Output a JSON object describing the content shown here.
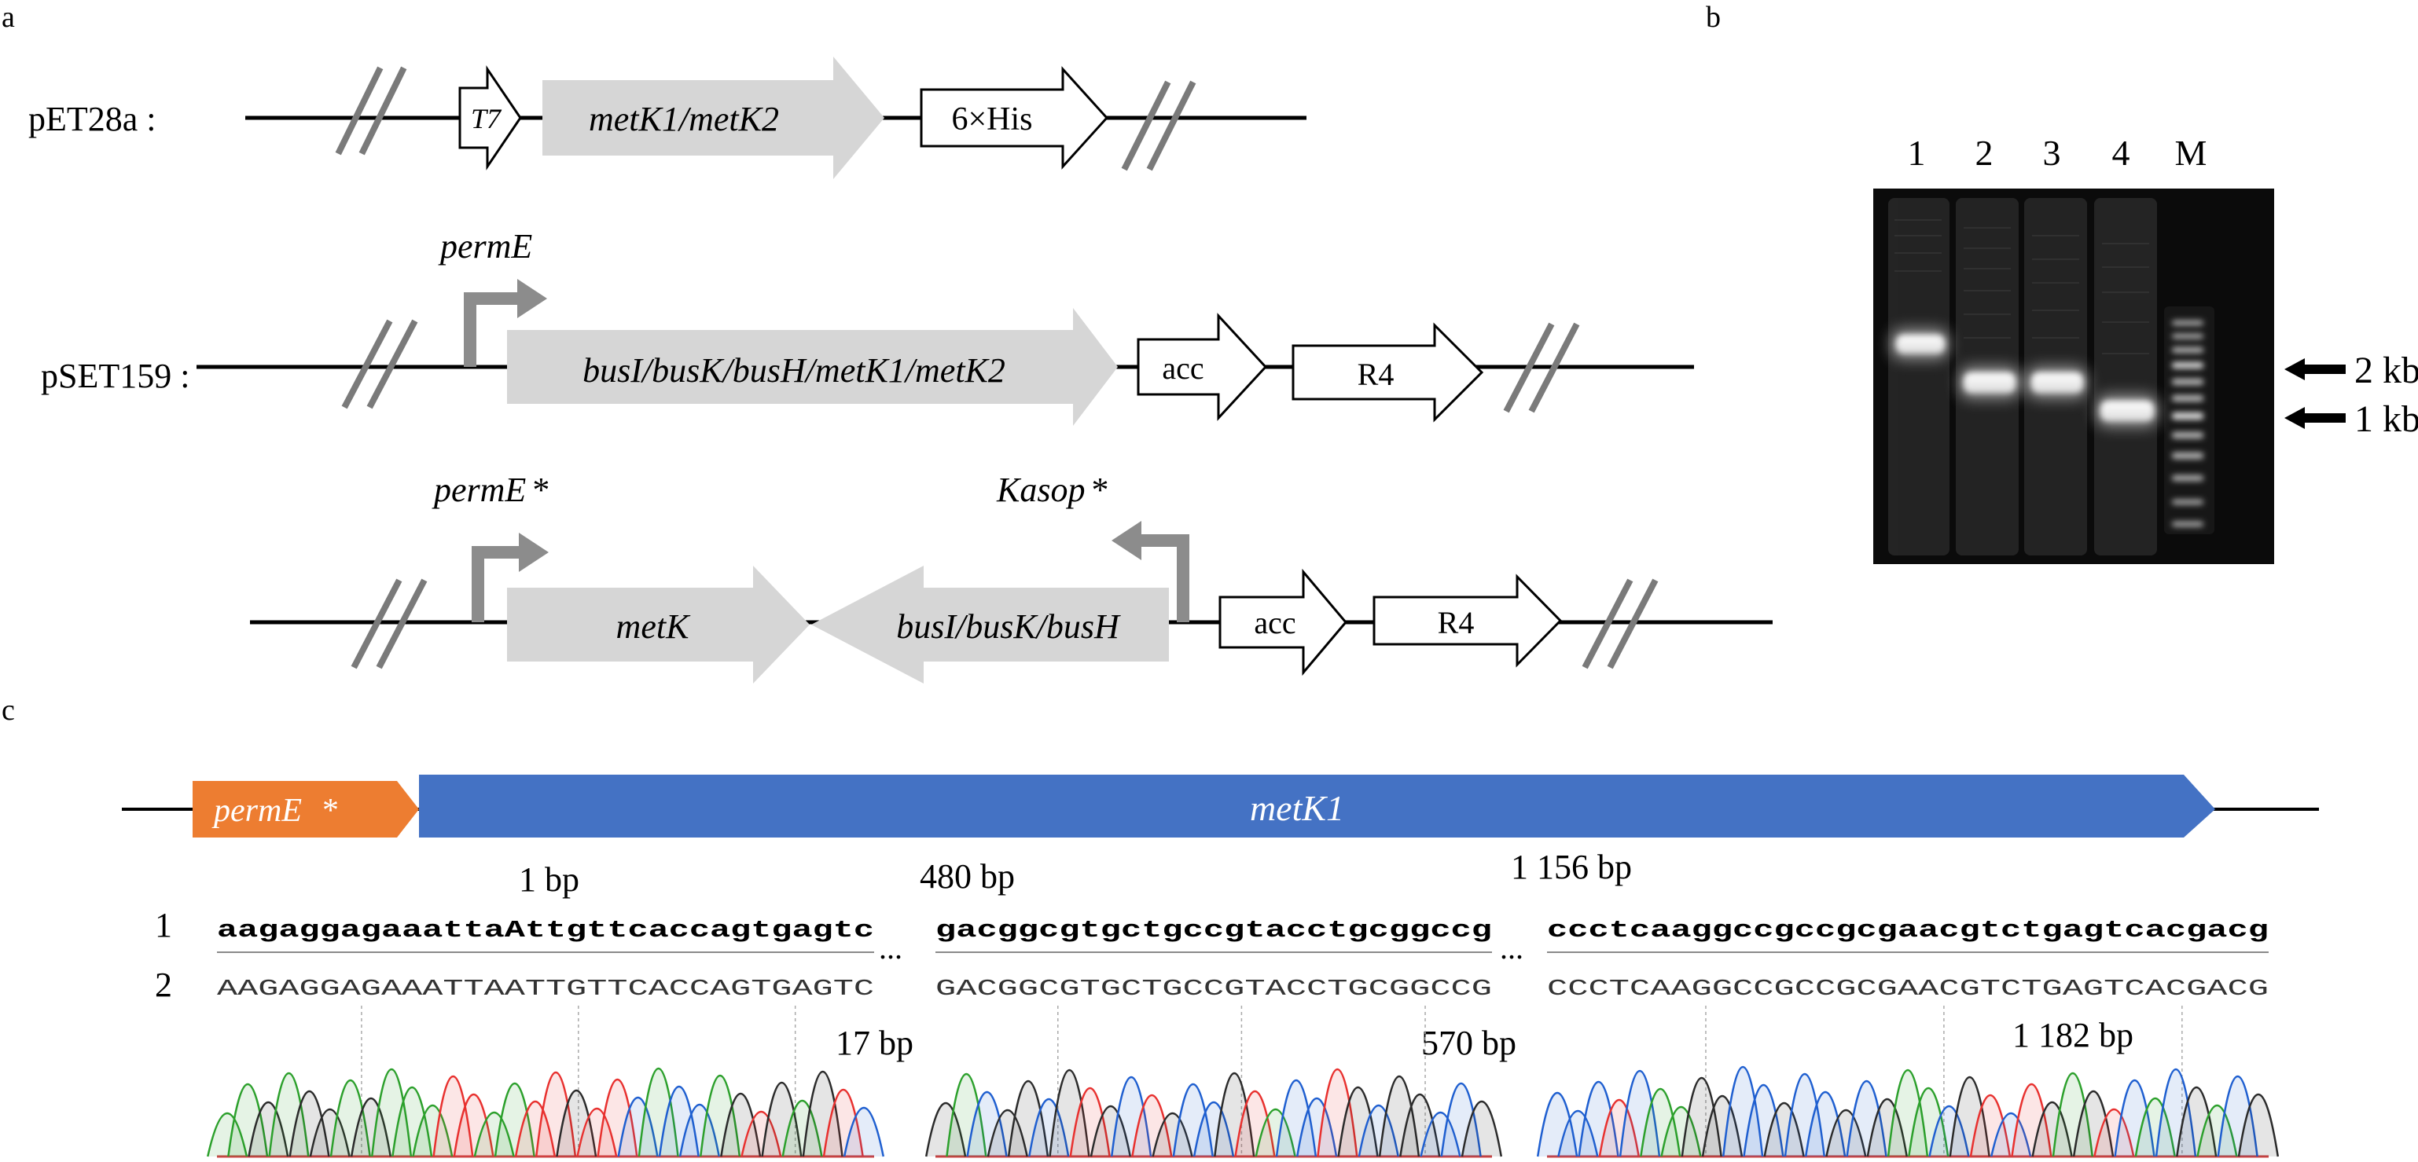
{
  "panel_labels": {
    "a": "a",
    "b": "b",
    "c": "c"
  },
  "panel_a": {
    "pet28a": {
      "label": "pET28a :",
      "t7": "T7",
      "gene": "metK1/metK2",
      "tag": "6×His"
    },
    "pset159": {
      "label": "pSET159 :",
      "promoter": "permE",
      "gene": "busI/busK/busH/metK1/metK2",
      "acc": "acc",
      "r4": "R4"
    },
    "construct3": {
      "promoter1": "permE",
      "promoter1_mark": "*",
      "gene1": "metK",
      "gene2": "busI/busK/busH",
      "promoter2": "Kasop",
      "promoter2_mark": "*",
      "acc": "acc",
      "r4": "R4"
    },
    "colors": {
      "gene_fill": "#d6d6d6",
      "promoter": "#8c8c8c",
      "break": "#7a7a7a"
    }
  },
  "panel_b": {
    "lanes": [
      "1",
      "2",
      "3",
      "4",
      "M"
    ],
    "markers": [
      "2 kb",
      "1 kb"
    ]
  },
  "panel_c": {
    "bar": {
      "promoter": "permE",
      "promoter_mark": "*",
      "gene": "metK1",
      "promoter_color": "#ed7d31",
      "gene_color": "#4472c4"
    },
    "row_labels": [
      "1",
      "2"
    ],
    "segments": [
      {
        "start": "1 bp",
        "end": "17 bp",
        "ref": "aagaggagaaattaAttgttcaccagtgagtc",
        "read": "AAGAGGAGAAATTAATTGTTCACCAGTGAGTC"
      },
      {
        "start": "480 bp",
        "end": "570 bp",
        "ref": "gacggcgtgctgccgtacctgcggccg",
        "read": "GACGGCGTGCTGCCGTACCTGCGGCCG"
      },
      {
        "start": "1 156 bp",
        "end": "1 182 bp",
        "ref": "ccctcaaggccgccgcgaacgtctgagtcacgacg",
        "read": "CCCTCAAGGCCGCCGCGAACGTCTGAGTCACGACG"
      }
    ],
    "ellipsis": "...",
    "trace_colors": {
      "A": "#2ca02c",
      "C": "#1f5fd0",
      "G": "#2b2b2b",
      "T": "#e8312f"
    }
  }
}
